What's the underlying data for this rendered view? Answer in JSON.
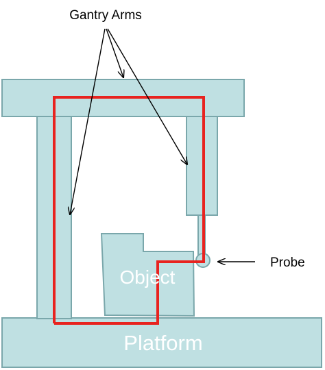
{
  "labels": {
    "gantry_arms": "Gantry Arms",
    "probe": "Probe",
    "object": "Object",
    "platform": "Platform"
  },
  "colors": {
    "structure_fill": "#bfe0e2",
    "structure_stroke": "#7aa7ab",
    "path": "#e8231f",
    "arrow": "#000000"
  }
}
